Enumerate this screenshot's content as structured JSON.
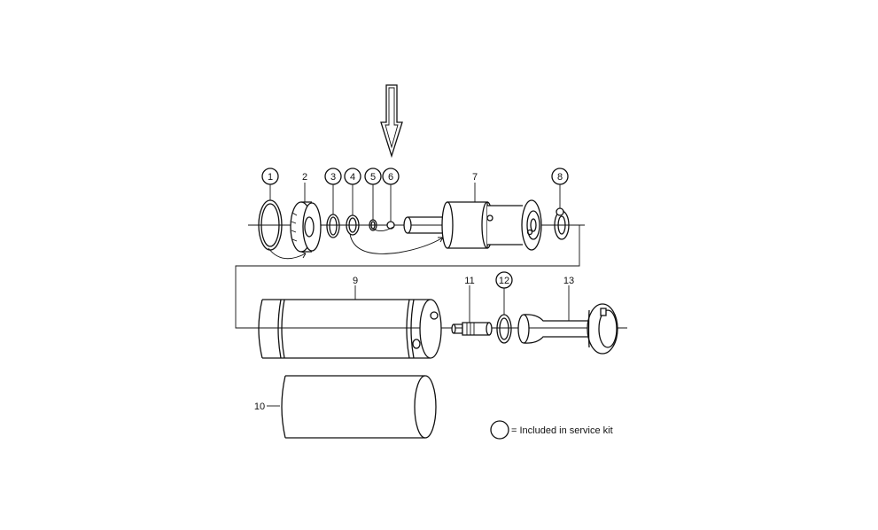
{
  "labels": {
    "p1": "1",
    "p2": "2",
    "p3": "3",
    "p4": "4",
    "p5": "5",
    "p6": "6",
    "p7": "7",
    "p8": "8",
    "p9": "9",
    "p10": "10",
    "p11": "11",
    "p12": "12",
    "p13": "13"
  },
  "legend": {
    "text": "= Included in service kit"
  },
  "colors": {
    "line": "#111111",
    "background": "#ffffff"
  }
}
